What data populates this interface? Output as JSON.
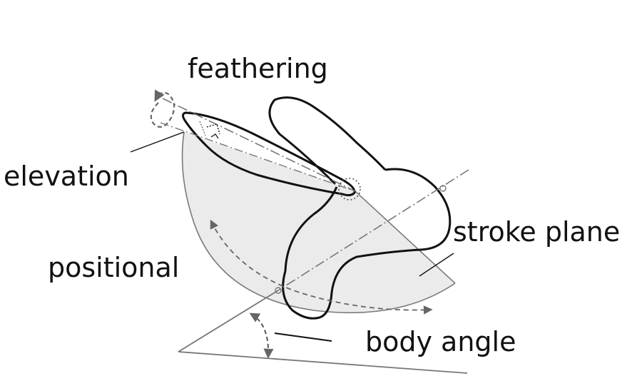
{
  "labels": {
    "feathering": "feathering",
    "elevation": "elevation",
    "positional": "positional",
    "stroke_plane": "stroke plane",
    "body_angle": "body angle"
  },
  "colors": {
    "outline": "#111111",
    "plane_fill": "#ebebeb",
    "plane_edge": "#7a7a7a",
    "guide_line": "#777777",
    "arrow_dashed": "#666666"
  }
}
